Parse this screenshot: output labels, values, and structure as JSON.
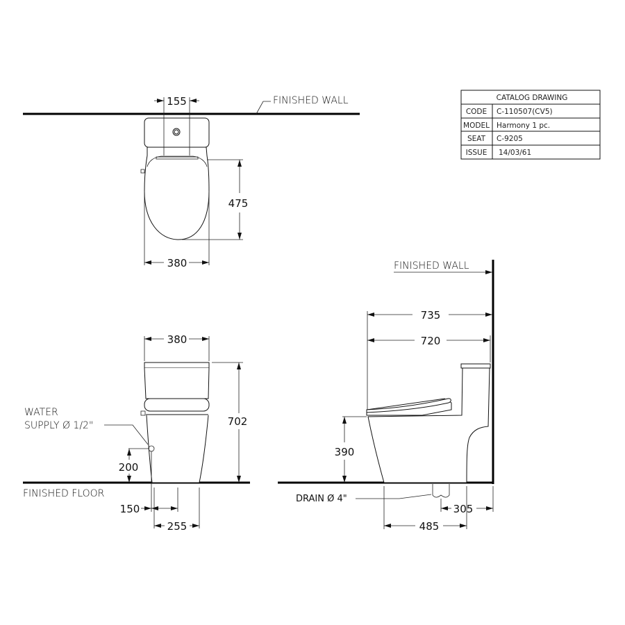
{
  "title_block": {
    "header": "CATALOG  DRAWING",
    "rows": [
      {
        "key": "CODE",
        "value": "C-110507(CV5)"
      },
      {
        "key": "MODEL",
        "value": "Harmony  1  pc."
      },
      {
        "key": "SEAT",
        "value": "C-9205"
      },
      {
        "key": "ISSUE",
        "value": "14/03/61"
      }
    ]
  },
  "labels": {
    "finished_wall_top": "FINISHED  WALL",
    "finished_wall_side": "FINISHED  WALL",
    "finished_floor": "FINISHED  FLOOR",
    "water_supply_1": "WATER",
    "water_supply_2": "SUPPLY Ø 1/2\"",
    "drain": "DRAIN Ø 4\""
  },
  "dimensions": {
    "top_view": {
      "spacing": "155",
      "depth": "475",
      "width": "380"
    },
    "front_view": {
      "width": "380",
      "height": "702",
      "supply_height": "200",
      "supply_offset": "150",
      "base_width": "255"
    },
    "side_view": {
      "overall_length": "735",
      "body_length": "720",
      "seat_height": "390",
      "drain_from_wall": "305",
      "base_length": "485"
    }
  }
}
